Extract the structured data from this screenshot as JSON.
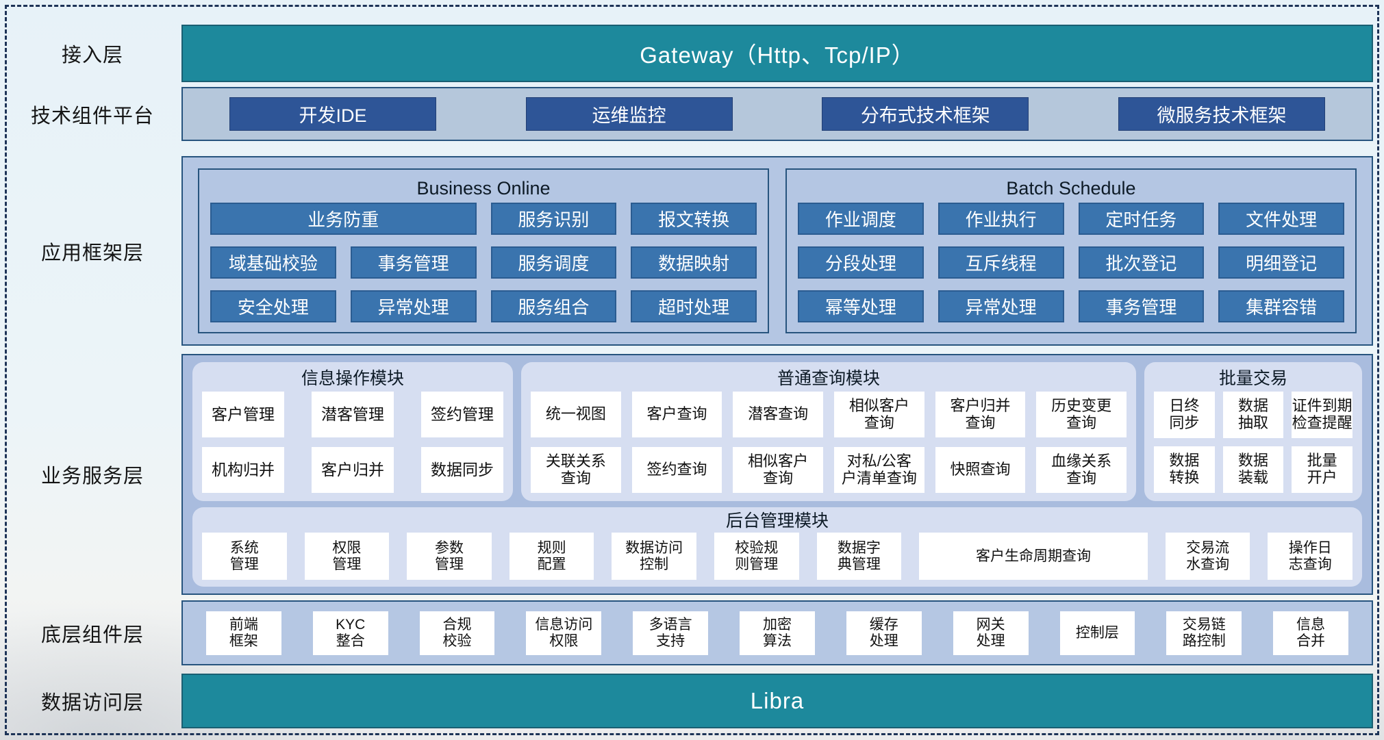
{
  "colors": {
    "teal": "#1d899c",
    "teal_border": "#1a5f72",
    "dark_blue_button": "#2e5597",
    "mid_blue_button": "#3a74ae",
    "panel_fill": "#b4c6e3",
    "panel_border": "#27547e",
    "module_fill": "#d6def1",
    "card_fill": "#ffffff",
    "frame_dash": "#1d3357"
  },
  "layers": {
    "access": {
      "label": "接入层",
      "bar_text": "Gateway（Http、Tcp/IP）"
    },
    "tech_platform": {
      "label": "技术组件平台",
      "buttons": [
        "开发IDE",
        "运维监控",
        "分布式技术框架",
        "微服务技术框架"
      ]
    },
    "app_framework": {
      "label": "应用框架层",
      "groups": [
        {
          "title": "Business Online",
          "buttons": [
            "业务防重",
            "服务识别",
            "报文转换",
            "域基础校验",
            "事务管理",
            "服务调度",
            "数据映射",
            "安全处理",
            "异常处理",
            "服务组合",
            "超时处理"
          ]
        },
        {
          "title": "Batch Schedule",
          "buttons": [
            "作业调度",
            "作业执行",
            "定时任务",
            "文件处理",
            "分段处理",
            "互斥线程",
            "批次登记",
            "明细登记",
            "幂等处理",
            "异常处理",
            "事务管理",
            "集群容错"
          ]
        }
      ]
    },
    "business_service": {
      "label": "业务服务层",
      "modules": [
        {
          "title": "信息操作模块",
          "cards": [
            "客户管理",
            "潜客管理",
            "签约管理",
            "机构归并",
            "客户归并",
            "数据同步"
          ]
        },
        {
          "title": "普通查询模块",
          "cards": [
            "统一视图",
            "客户查询",
            "潜客查询",
            "相似客户\n查询",
            "客户归并\n查询",
            "历史变更\n查询",
            "关联关系\n查询",
            "签约查询",
            "相似客户\n查询",
            "对私/公客\n户清单查询",
            "快照查询",
            "血缘关系\n查询"
          ]
        },
        {
          "title": "批量交易",
          "cards": [
            "日终\n同步",
            "数据\n抽取",
            "证件到期\n检查提醒",
            "数据\n转换",
            "数据\n装载",
            "批量\n开户"
          ]
        }
      ],
      "admin": {
        "title": "后台管理模块",
        "cards": [
          "系统\n管理",
          "权限\n管理",
          "参数\n管理",
          "规则\n配置",
          "数据访问\n控制",
          "校验规\n则管理",
          "数据字\n典管理",
          "客户生命周期查询",
          "交易流\n水查询",
          "操作日\n志查询"
        ]
      }
    },
    "base_components": {
      "label": "底层组件层",
      "cards": [
        "前端\n框架",
        "KYC\n整合",
        "合规\n校验",
        "信息访问\n权限",
        "多语言\n支持",
        "加密\n算法",
        "缓存\n处理",
        "网关\n处理",
        "控制层",
        "交易链\n路控制",
        "信息\n合并"
      ]
    },
    "data_access": {
      "label": "数据访问层",
      "bar_text": "Libra"
    }
  }
}
